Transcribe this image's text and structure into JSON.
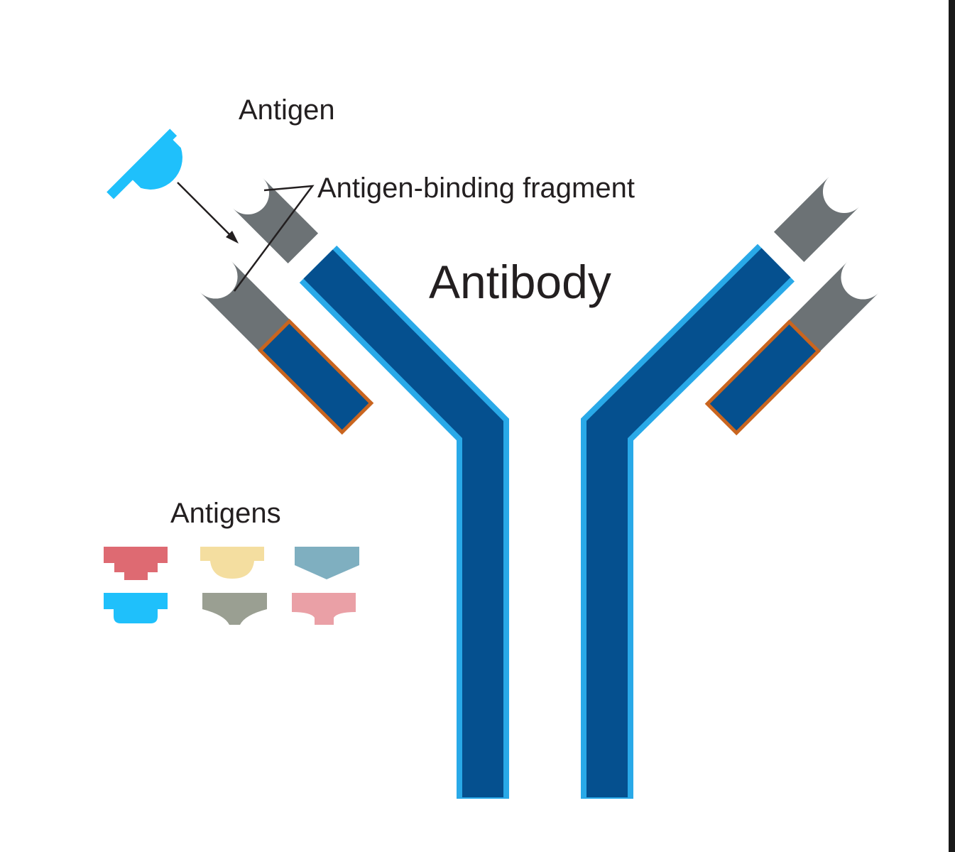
{
  "labels": {
    "antigen": "Antigen",
    "fab": "Antigen-binding fragment",
    "antibody": "Antibody",
    "antigens": "Antigens"
  },
  "colors": {
    "heavy_chain": "#05508f",
    "heavy_chain_glow": "#29a9e8",
    "light_chain_outline": "#c9651f",
    "variable_region": "#6c7275",
    "bound_antigen": "#1fc0fb",
    "antigen_palette": [
      "#de6a72",
      "#f4dea0",
      "#7fafc0",
      "#1fc0fb",
      "#9a9f92",
      "#eaa0a6"
    ]
  },
  "legend_antigens": [
    {
      "name": "red-antigen-icon",
      "color": "#de6a72"
    },
    {
      "name": "yellow-antigen-icon",
      "color": "#f4dea0"
    },
    {
      "name": "teal-antigen-icon",
      "color": "#7fafc0"
    },
    {
      "name": "blue-antigen-icon",
      "color": "#1fc0fb"
    },
    {
      "name": "gray-antigen-icon",
      "color": "#9a9f92"
    },
    {
      "name": "pink-antigen-icon",
      "color": "#eaa0a6"
    }
  ]
}
